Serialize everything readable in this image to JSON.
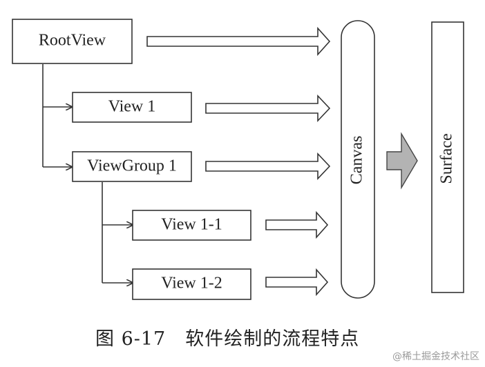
{
  "diagram": {
    "nodes": {
      "root": "RootView",
      "view1": "View 1",
      "viewgroup1": "ViewGroup 1",
      "view11": "View 1-1",
      "view12": "View 1-2",
      "canvas": "Canvas",
      "surface": "Surface"
    }
  },
  "caption": {
    "number": "图 6-17",
    "text": "软件绘制的流程特点"
  },
  "watermark": "@稀土掘金技术社区"
}
